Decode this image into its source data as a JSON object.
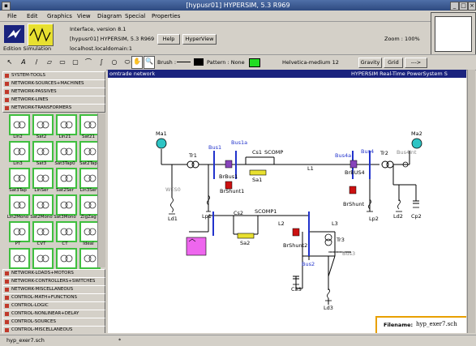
{
  "window": {
    "title": "[hypusr01] HYPERSIM, 5.3 R969"
  },
  "menu": [
    "File",
    "Edit",
    "Graphics",
    "View",
    "Diagram",
    "Special",
    "Properties"
  ],
  "header": {
    "logo_caption": "Edition Simulation",
    "line1": "Interface,  version 8.1",
    "line2": "[hypusr01] HYPERSIM, 5.3 R969",
    "line3": "localhost.localdomain:1",
    "help_label": "Help",
    "hyperview_label": "HyperView",
    "zoom": "Zoom : 100%"
  },
  "toolbar": {
    "brush_label": "Brush :",
    "pattern_label": "Pattern : None",
    "font": "Helvetica-medium 12",
    "gravity": "Gravity",
    "grid": "Grid",
    "arrow": "--->"
  },
  "palette": {
    "cats_top": [
      "SYSTEM-TOOLS",
      "NETWORK-SOURCES+MACHINES",
      "NETWORK-PASSIVES",
      "NETWORK-LINES",
      "NETWORK-TRANSFORMERS"
    ],
    "items": [
      "Lin2",
      "Sat2",
      "Lin21",
      "Sat21",
      "Lin3",
      "Sat3",
      "Sat3Tap0",
      "Sat2Tap",
      "Sat3Tap",
      "LinSer",
      "Sat2Ser",
      "Lin3Ser",
      "Lin2Mono",
      "Sat2Mono",
      "Sat3Mono",
      "ZigZag",
      "PT",
      "CVT",
      "CT",
      "Ideal",
      "",
      "",
      "",
      ""
    ],
    "cats_bottom": [
      "NETWORK-LOADS+MOTORS",
      "NETWORK-CONTROLLERS+SWITCHES",
      "NETWORK-MISCELLANEOUS",
      "CONTROL-MATH+FUNCTIONS",
      "CONTROL-LOGIC",
      "CONTROL-NONLINEAR+DELAY",
      "CONTROL-SOURCES",
      "CONTROL-MISCELLANEOUS"
    ]
  },
  "canvas": {
    "header_left": "omtrade network",
    "header_right": "HYPERSIM Real-Time PowerSystem S",
    "labels": {
      "ma1": "Ma1",
      "ma2": "Ma2",
      "tr1": "Tr1",
      "tr2": "Tr2",
      "tr3": "Tr3",
      "bus1": "Bus1",
      "bus1a": "Bus1a",
      "bus4a": "Bus4a",
      "bus4": "Bus4",
      "bus4int": "Bus4int",
      "bus2": "Bus2",
      "bus3": "Bus3",
      "cs1": "Cs1",
      "cs2": "Cs2",
      "scomp": "SCOMP",
      "scomp1": "SCOMP1",
      "brbus1": "BrBus1",
      "brbus4": "BrBUS4",
      "sa1": "Sa1",
      "sa2": "Sa2",
      "l1": "L1",
      "l2": "L2",
      "l3": "L3",
      "brshunt1": "BrShunt1",
      "brshunt": "BrShunt",
      "brshunt2": "BrShunt2",
      "wes0": "WES0",
      "ld1": "Ld1",
      "ld2": "Ld2",
      "ld3": "Ld3",
      "lp1": "Lp1",
      "lp2": "Lp2",
      "cp2": "Cp2",
      "c3s": "C3S"
    },
    "filename_label": "Filename:",
    "filename": "hyp_exer7.sch"
  },
  "status": {
    "file": "hyp_exer7.sch",
    "marker": "*"
  },
  "colors": {
    "bus": "#2233cc",
    "breaker": "#cc1111",
    "item_border": "#3fbf3f",
    "header_bg": "#1a237e"
  }
}
